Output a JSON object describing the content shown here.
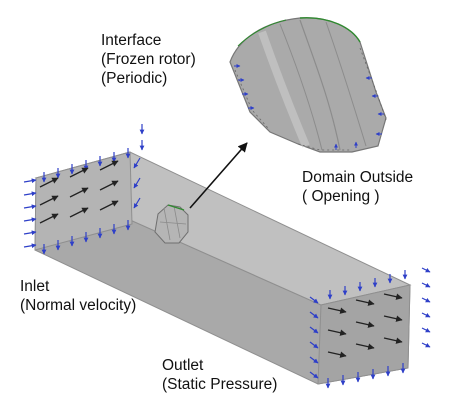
{
  "labels": {
    "interface": {
      "lines": [
        "Interface",
        "(Frozen rotor)",
        "(Periodic)"
      ]
    },
    "domain_outside": {
      "lines": [
        "Domain Outside",
        "( Opening )"
      ]
    },
    "inlet": {
      "lines": [
        "Inlet",
        "(Normal velocity)"
      ]
    },
    "outlet": {
      "lines": [
        "Outlet",
        "(Static Pressure)"
      ]
    }
  },
  "colors": {
    "domain_box_top": "#bdbdbd",
    "domain_box_front": "#a9a9a9",
    "domain_box_edge": "#8f8f8f",
    "rotor_fill": "#b5b5b5",
    "rotor_edge": "#6f6f6f",
    "rotor_blade": "#9a9a9a",
    "rotor_green": "#2f8a2f",
    "rotor_magnified_fill": "#aaaaaa",
    "rotor_magnified_edge": "#777777",
    "boundary_arrow": "#2e3fc8",
    "velocity_arrow": "#222222",
    "callout_arrow": "#111111",
    "text": "#111111"
  }
}
